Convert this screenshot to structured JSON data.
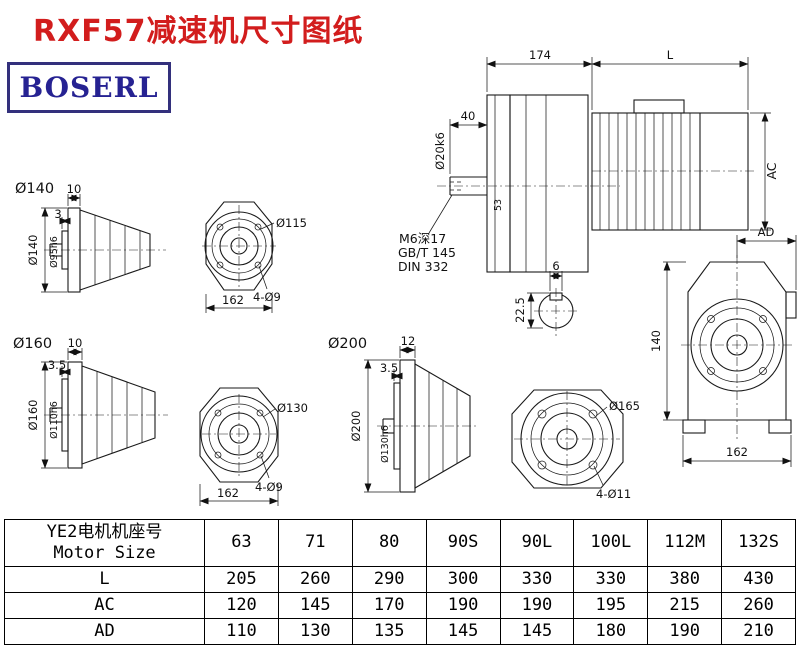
{
  "page": {
    "title": "RXF57减速机尺寸图纸",
    "logo": "BOSERL"
  },
  "drawings": {
    "main": {
      "dim_174": "174",
      "dim_L": "L",
      "dim_40": "40",
      "shaft_dia": "Ø20k6",
      "dim_53": "53",
      "label_AC": "AC",
      "tap_note1": "M6深17",
      "tap_note2": "GB/T 145",
      "tap_note3": "DIN 332",
      "key_width": "6",
      "key_height": "22.5",
      "label_AD": "AD",
      "dim_140": "140",
      "dim_162": "162"
    },
    "flange140": {
      "title": "Ø140",
      "dim_10": "10",
      "dim_3": "3",
      "dia_outer": "Ø140",
      "dia_spigot": "Ø95h6",
      "dia_bolt_circle": "Ø115",
      "holes": "4-Ø9",
      "dim_162": "162"
    },
    "flange160": {
      "title": "Ø160",
      "dim_10": "10",
      "dim_3_5": "3.5",
      "dia_outer": "Ø160",
      "dia_spigot": "Ø110h6",
      "dia_bolt_circle": "Ø130",
      "holes": "4-Ø9",
      "dim_162": "162"
    },
    "flange200": {
      "title": "Ø200",
      "dim_12": "12",
      "dim_3_5": "3.5",
      "dia_outer": "Ø200",
      "dia_spigot": "Ø130h6",
      "dia_bolt_circle": "Ø165",
      "holes": "4-Ø11"
    }
  },
  "table": {
    "header": {
      "label_cn": "YE2电机机座号",
      "label_en": "Motor Size",
      "sizes": [
        "63",
        "71",
        "80",
        "90S",
        "90L",
        "100L",
        "112M",
        "132S"
      ]
    },
    "rows": [
      {
        "label": "L",
        "values": [
          "205",
          "260",
          "290",
          "300",
          "330",
          "330",
          "380",
          "430"
        ]
      },
      {
        "label": "AC",
        "values": [
          "120",
          "145",
          "170",
          "190",
          "190",
          "195",
          "215",
          "260"
        ]
      },
      {
        "label": "AD",
        "values": [
          "110",
          "130",
          "135",
          "145",
          "145",
          "180",
          "190",
          "210"
        ]
      }
    ]
  }
}
